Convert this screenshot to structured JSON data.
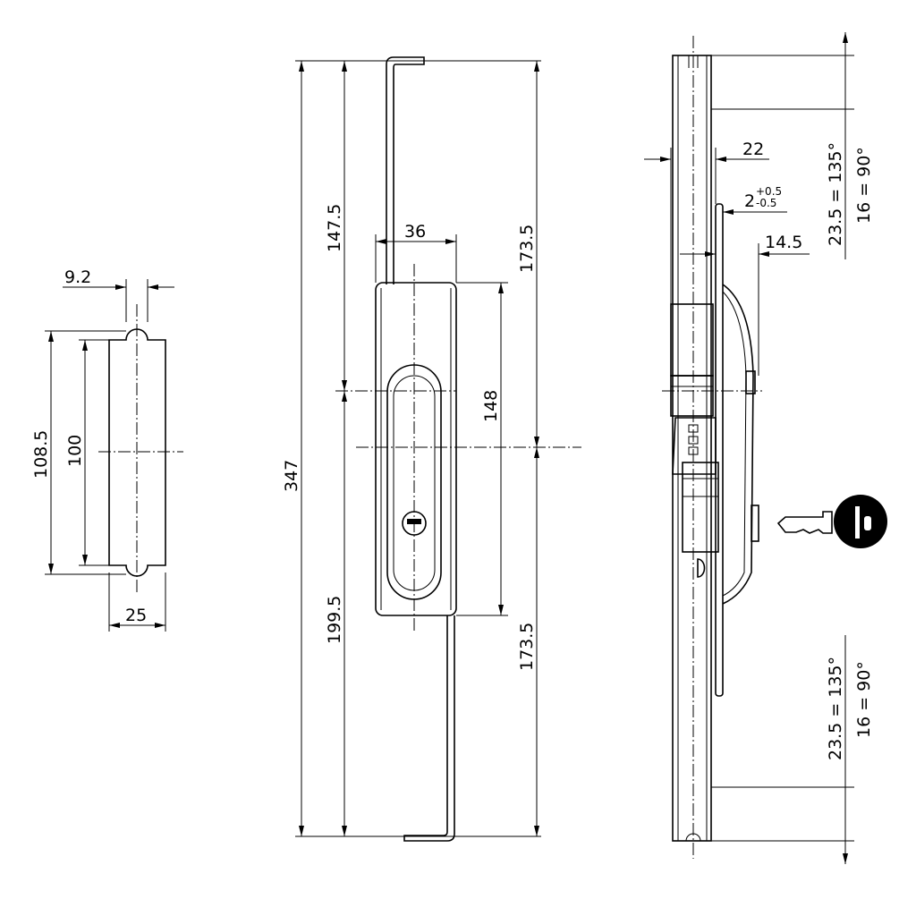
{
  "drawing": {
    "end_view": {
      "width": "25",
      "total_height": "108.5",
      "inner_height": "100",
      "lobe_width": "9.2"
    },
    "front_view": {
      "total_length": "347",
      "upper_to_center": "147.5",
      "lower_from_center": "199.5",
      "upper_half": "173.5",
      "lower_half": "173.5",
      "body_height": "148",
      "body_width": "36"
    },
    "side_view": {
      "depth": "22",
      "plate_thickness": "2",
      "tol_plus": "+0.5",
      "tol_minus": "-0.5",
      "handle_projection": "14.5",
      "top_stroke_135": "23.5 = 135°",
      "top_stroke_90": "16 = 90°",
      "bottom_stroke_135": "23.5 = 135°",
      "bottom_stroke_90": "16 = 90°"
    }
  }
}
